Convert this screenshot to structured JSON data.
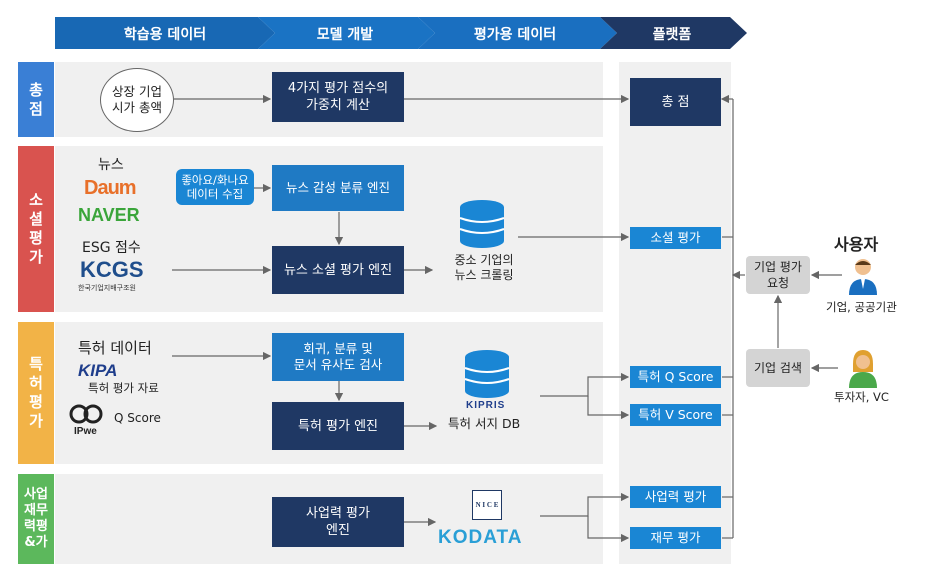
{
  "header": {
    "stages": [
      "학습용 데이터",
      "모델 개발",
      "평가용 데이터",
      "플랫폼"
    ]
  },
  "rows": {
    "total": "총점",
    "social": "소셜평가",
    "patent": "특허평가",
    "biz": "사업재무력평&가"
  },
  "total_row": {
    "market_cap": "상장 기업\n시가 총액",
    "weight_calc": "4가지 평가 점수의\n가중치 계산"
  },
  "social_row": {
    "news_label": "뉴스",
    "daum": "Daum",
    "naver": "NAVER",
    "esg_label": "ESG 점수",
    "kcgs": "KCGS",
    "kcgs_sub": "한국기업지배구조원",
    "like_btn": "좋아요/화나요\n데이터 수집",
    "sentiment_engine": "뉴스 감성 분류 엔진",
    "social_engine": "뉴스 소셜 평가 엔진",
    "crawling": "중소 기업의\n뉴스 크롤링"
  },
  "patent_row": {
    "patent_data": "특허 데이터",
    "kipa": "KIPA",
    "kipa_sub": "특허 평가 자료",
    "ipwe": "IPwe",
    "qscore": "Q Score",
    "regression": "회귀, 분류 및\n문서 유사도 검사",
    "patent_engine": "특허 평가 엔진",
    "kipris": "KIPRIS",
    "kipris_db": "특허 서지 DB"
  },
  "biz_row": {
    "biz_engine": "사업력 평가\n엔진",
    "nice": "N I C E",
    "kodata": "KODATA"
  },
  "platform": {
    "total": "총 점",
    "social": "소셜 평가",
    "patent_q": "특허 Q Score",
    "patent_v": "특허 V Score",
    "biz": "사업력 평가",
    "finance": "재무 평가"
  },
  "users": {
    "title": "사용자",
    "request": "기업 평가\n요청",
    "search": "기업 검색",
    "corp": "기업, 공공기관",
    "investor": "투자자, VC"
  },
  "colors": {
    "header": "#1a6fc0",
    "header_last": "#1f3864",
    "total": "#3a7fd5",
    "social": "#d9534f",
    "patent": "#f2b347",
    "biz": "#5cb85c",
    "dark_box": "#1f3864",
    "blue_box": "#1f7ac4"
  }
}
